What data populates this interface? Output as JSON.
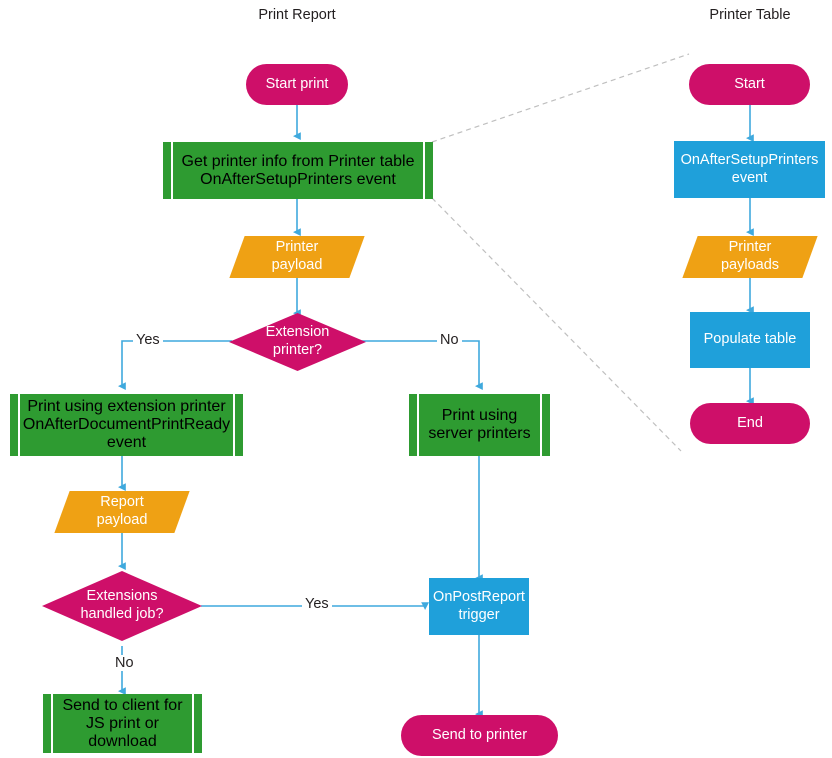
{
  "diagram": {
    "type": "flowchart",
    "lanes": [
      {
        "id": "print-report",
        "title": "Print Report"
      },
      {
        "id": "printer-table",
        "title": "Printer Table"
      }
    ],
    "colors": {
      "terminator": "#ce0f69",
      "process_green": "#2e9b31",
      "process_blue": "#1fa0da",
      "data_orange": "#efa114",
      "decision": "#ce0f69",
      "connector": "#3fa9dd",
      "dashed_connector": "#bfbfbf",
      "text_on_shape": "#ffffff",
      "text_label": "#231f20"
    },
    "nodes": {
      "start_print": {
        "label": "Start print",
        "shape": "terminator"
      },
      "get_printer_info": {
        "label": "Get printer info from Printer table\nOnAfterSetupPrinters event",
        "shape": "predefined-process"
      },
      "printer_payload": {
        "label": "Printer\npayload",
        "shape": "data"
      },
      "extension_printer": {
        "label": "Extension\nprinter?",
        "shape": "decision"
      },
      "print_extension": {
        "label": "Print using extension printer\nOnAfterDocumentPrintReady\nevent",
        "shape": "predefined-process"
      },
      "print_server": {
        "label": "Print using\nserver printers",
        "shape": "predefined-process"
      },
      "report_payload": {
        "label": "Report\npayload",
        "shape": "data"
      },
      "extensions_handled": {
        "label": "Extensions\nhandled job?",
        "shape": "decision"
      },
      "send_client": {
        "label": "Send to client for\nJS print or\ndownload",
        "shape": "predefined-process"
      },
      "onpostreport": {
        "label": "OnPostReport\ntrigger",
        "shape": "process"
      },
      "send_printer": {
        "label": "Send to printer",
        "shape": "terminator"
      },
      "pt_start": {
        "label": "Start",
        "shape": "terminator"
      },
      "pt_event": {
        "label": "OnAfterSetupPrinters\nevent",
        "shape": "process"
      },
      "pt_payloads": {
        "label": "Printer\npayloads",
        "shape": "data"
      },
      "pt_populate": {
        "label": "Populate table",
        "shape": "process"
      },
      "pt_end": {
        "label": "End",
        "shape": "terminator"
      }
    },
    "edge_labels": {
      "extension_yes": "Yes",
      "extension_no": "No",
      "handled_yes": "Yes",
      "handled_no": "No"
    }
  }
}
